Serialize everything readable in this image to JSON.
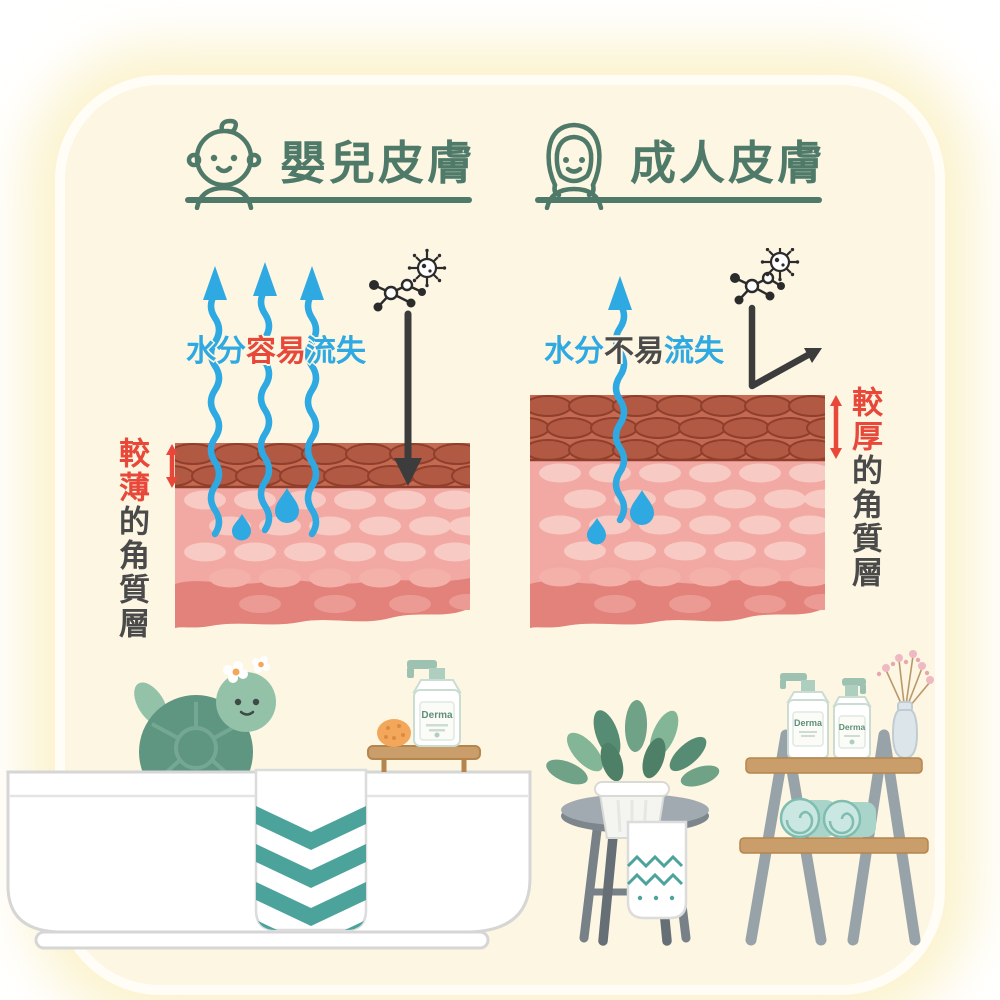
{
  "comparison": {
    "left": {
      "title": "嬰兒皮膚",
      "icon": "baby-face-icon",
      "moisture": {
        "part1": "水分",
        "part2": "容易",
        "part3": "流失"
      },
      "layer": {
        "highlight": "較薄",
        "rest": "的角質層"
      }
    },
    "right": {
      "title": "成人皮膚",
      "icon": "adult-woman-icon",
      "moisture": {
        "part1": "水分",
        "part2": "不易",
        "part3": "流失"
      },
      "layer": {
        "highlight": "較厚",
        "rest": "的角質層"
      }
    }
  },
  "scene": {
    "product_brand": "Derma"
  },
  "icons": [
    "baby-face-icon",
    "adult-woman-icon",
    "virus-icon",
    "germ-molecule-icon",
    "water-droplet-icon",
    "flower-icon"
  ],
  "colors": {
    "card_bg": "#FCF6E2",
    "heading_green": "#4F7A69",
    "arrow_blue": "#2FA9E2",
    "alert_red": "#E8483A",
    "skin_top_layer": "#C56A52",
    "skin_mid_layer": "#F3A9A3",
    "towel_teal": "#4BA39B"
  }
}
